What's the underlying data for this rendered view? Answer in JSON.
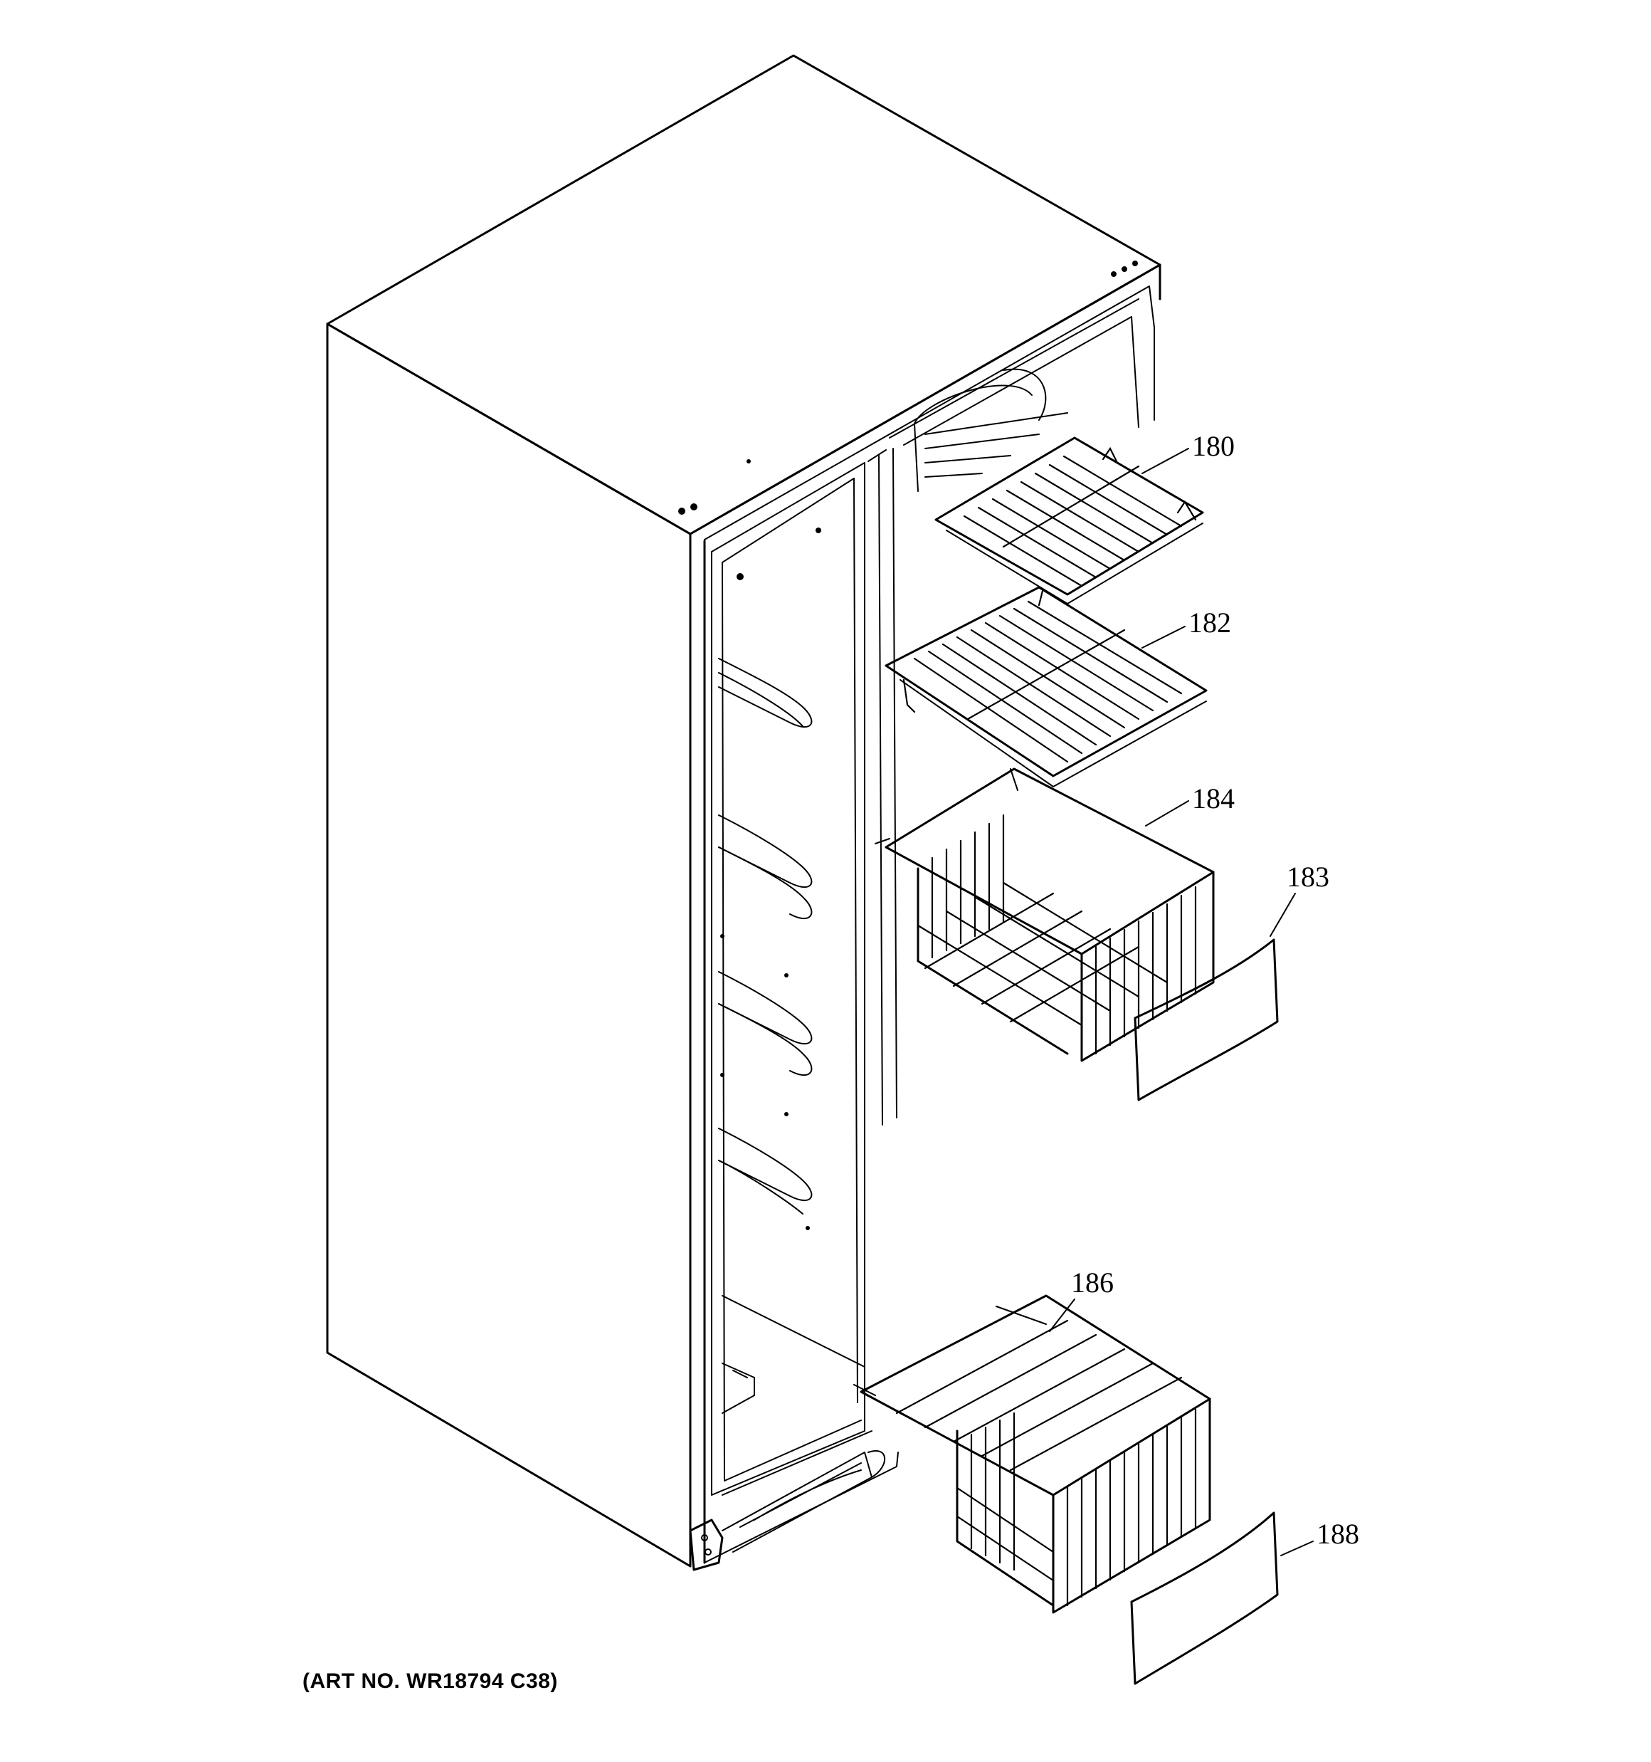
{
  "art_number": "(ART NO. WR18794 C38)",
  "callouts": [
    {
      "id": "180",
      "label": "180"
    },
    {
      "id": "182",
      "label": "182"
    },
    {
      "id": "184",
      "label": "184"
    },
    {
      "id": "183",
      "label": "183"
    },
    {
      "id": "186",
      "label": "186"
    },
    {
      "id": "188",
      "label": "188"
    }
  ]
}
